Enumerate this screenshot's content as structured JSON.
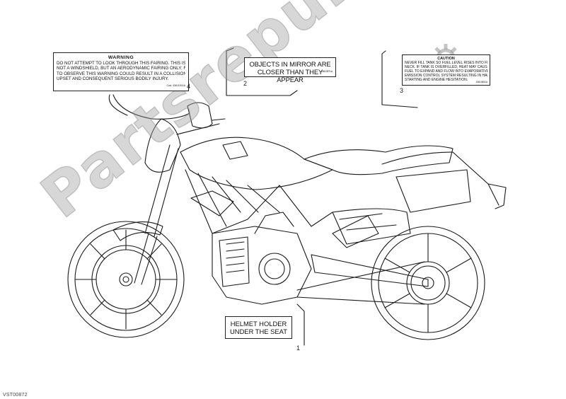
{
  "labels": {
    "warning": {
      "number": "4",
      "title": "WARNING",
      "lines": [
        "DO NOT ATTEMPT TO LOOK THROUGH THIS FAIRING. THIS IS",
        "NOT A WINDSHIELD, BUT AN AERODYNAMIC FAIRING ONLY; FAILURE",
        "TO OBSERVE THIS WARNING COULD RESULT IN A COLLISION OR",
        "UPSET AND CONSEQUENT SERIOUS BODILY INJURY."
      ],
      "code": "Cod. 43611511A"
    },
    "mirror": {
      "number": "2",
      "lines": [
        "OBJECTS IN MIRROR ARE",
        "CLOSER THAN THEY APPEAR"
      ],
      "code": "43610571A"
    },
    "caution": {
      "number": "3",
      "title": "CAUTION",
      "lines": [
        "NEVER FILL TANK SO FUEL LEVEL RISES INTO FILLER",
        "NECK. IF TANK IS OVERFILLED, HEAT MAY CAUSE",
        "FUEL TO EXPAND AND FLOW INTO EVAPORATIVE",
        "EMISSION CONTROL SYSTEM RESULTING IN HARD",
        "STARTING AND ENGINE HESITATION."
      ],
      "code": "43610651A"
    },
    "helmet": {
      "number": "1",
      "lines": [
        "HELMET HOLDER",
        "UNDER THE SEAT"
      ]
    }
  },
  "footer_code": "VST00872",
  "watermark_text": "Partsrepublik",
  "colors": {
    "line": "#1a1a1a",
    "watermark": "#a0a0a0",
    "background": "#ffffff"
  },
  "icons": [
    "gear-logo-icon"
  ]
}
